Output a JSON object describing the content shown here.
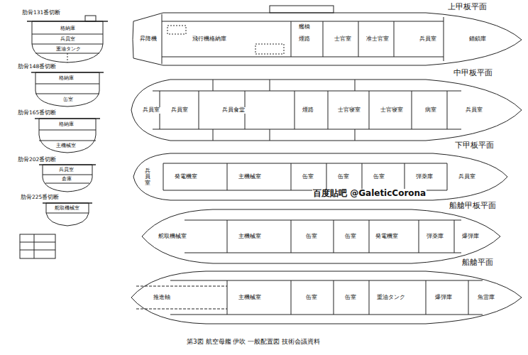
{
  "diagram": {
    "caption": "第3図 航空母艦 伊吹 一般配置図 技術会議資料",
    "labels": [
      "肋骨131番切断",
      "肋骨148番切断",
      "肋骨165番切断",
      "肋骨202番切断",
      "肋骨225番切断",
      "格納庫",
      "兵員室",
      "重油タンク",
      "格納庫",
      "缶室",
      "格納庫",
      "主機械室",
      "兵員室",
      "倉庫",
      "舵取機械室",
      "上甲板平面",
      "中甲板平面",
      "下甲板平面",
      "船艙甲板平面",
      "船艙平面",
      "昇降機",
      "飛行機格納庫",
      "煙路",
      "士官室",
      "准士官室",
      "兵員室",
      "錨鎖庫",
      "艦橋",
      "兵員室",
      "兵員室",
      "兵員食堂",
      "煙路",
      "士官寝室",
      "士官寝室",
      "病室",
      "兵員室",
      "兵員室",
      "発電機室",
      "主機械室",
      "缶室",
      "缶室",
      "缶室",
      "弾薬庫",
      "兵員室",
      "舵取機械室",
      "主機械室",
      "缶室",
      "缶室",
      "発電機室",
      "弾薬庫",
      "爆弾庫",
      "推進軸",
      "主機械室",
      "缶室",
      "缶室",
      "重油タンク",
      "爆弾庫",
      "魚雷庫",
      "百度貼吧 @GaleticCorona"
    ]
  }
}
